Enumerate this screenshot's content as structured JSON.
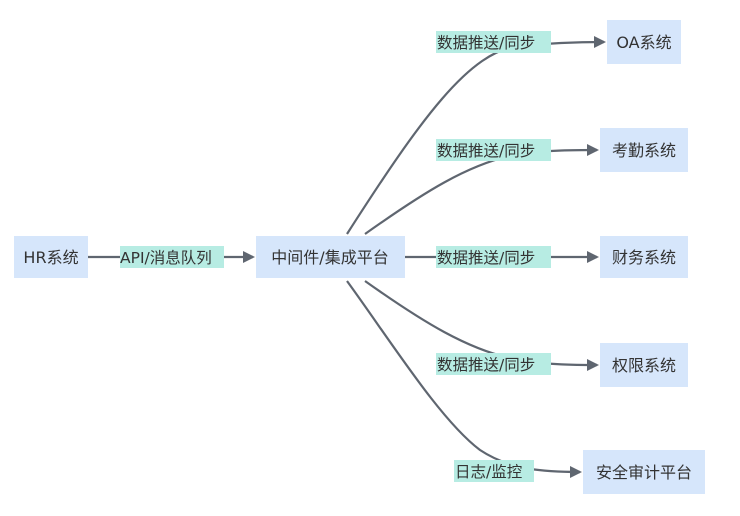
{
  "nodes": {
    "hr": "HR系统",
    "middleware": "中间件/集成平台",
    "oa": "OA系统",
    "attendance": "考勤系统",
    "finance": "财务系统",
    "permission": "权限系统",
    "audit": "安全审计平台"
  },
  "edges": {
    "hr_to_middleware": "API/消息队列",
    "to_oa": "数据推送/同步",
    "to_attendance": "数据推送/同步",
    "to_finance": "数据推送/同步",
    "to_permission": "数据推送/同步",
    "to_audit": "日志/监控"
  },
  "colors": {
    "node_fill": "#d6e6fb",
    "edge_stroke": "#5f6670",
    "label_bg": "#b7ece3",
    "text": "#333333"
  }
}
